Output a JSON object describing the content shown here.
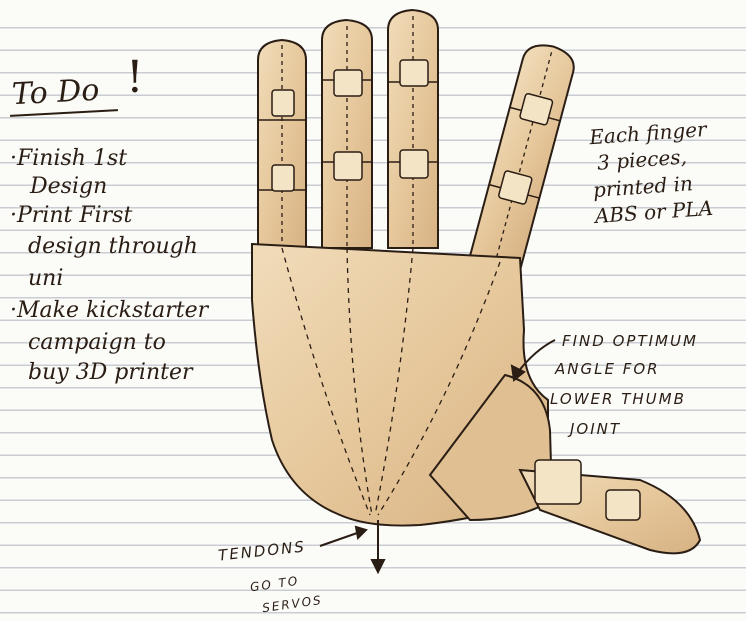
{
  "todo": {
    "title": "To Do",
    "exclaim": "!",
    "lines": [
      "·Finish 1st",
      "Design",
      "·Print First",
      "design through",
      "uni",
      "·Make kickstarter",
      "campaign to",
      "buy 3D printer"
    ]
  },
  "notes": {
    "finger_lines": [
      "Each finger",
      "3 pieces,",
      "printed in",
      "ABS or PLA"
    ],
    "thumb_lines": [
      "FIND OPTIMUM",
      "ANGLE FOR",
      "LOWER THUMB",
      "JOINT"
    ],
    "tendons": "TENDONS",
    "servos_lines": [
      "GO TO",
      "SERVOS"
    ]
  },
  "colors": {
    "ink": "#2a1d14",
    "wood": "#e9cfa6",
    "wood_dark": "#c99f6c",
    "paper_line": "#c9ccd2"
  }
}
